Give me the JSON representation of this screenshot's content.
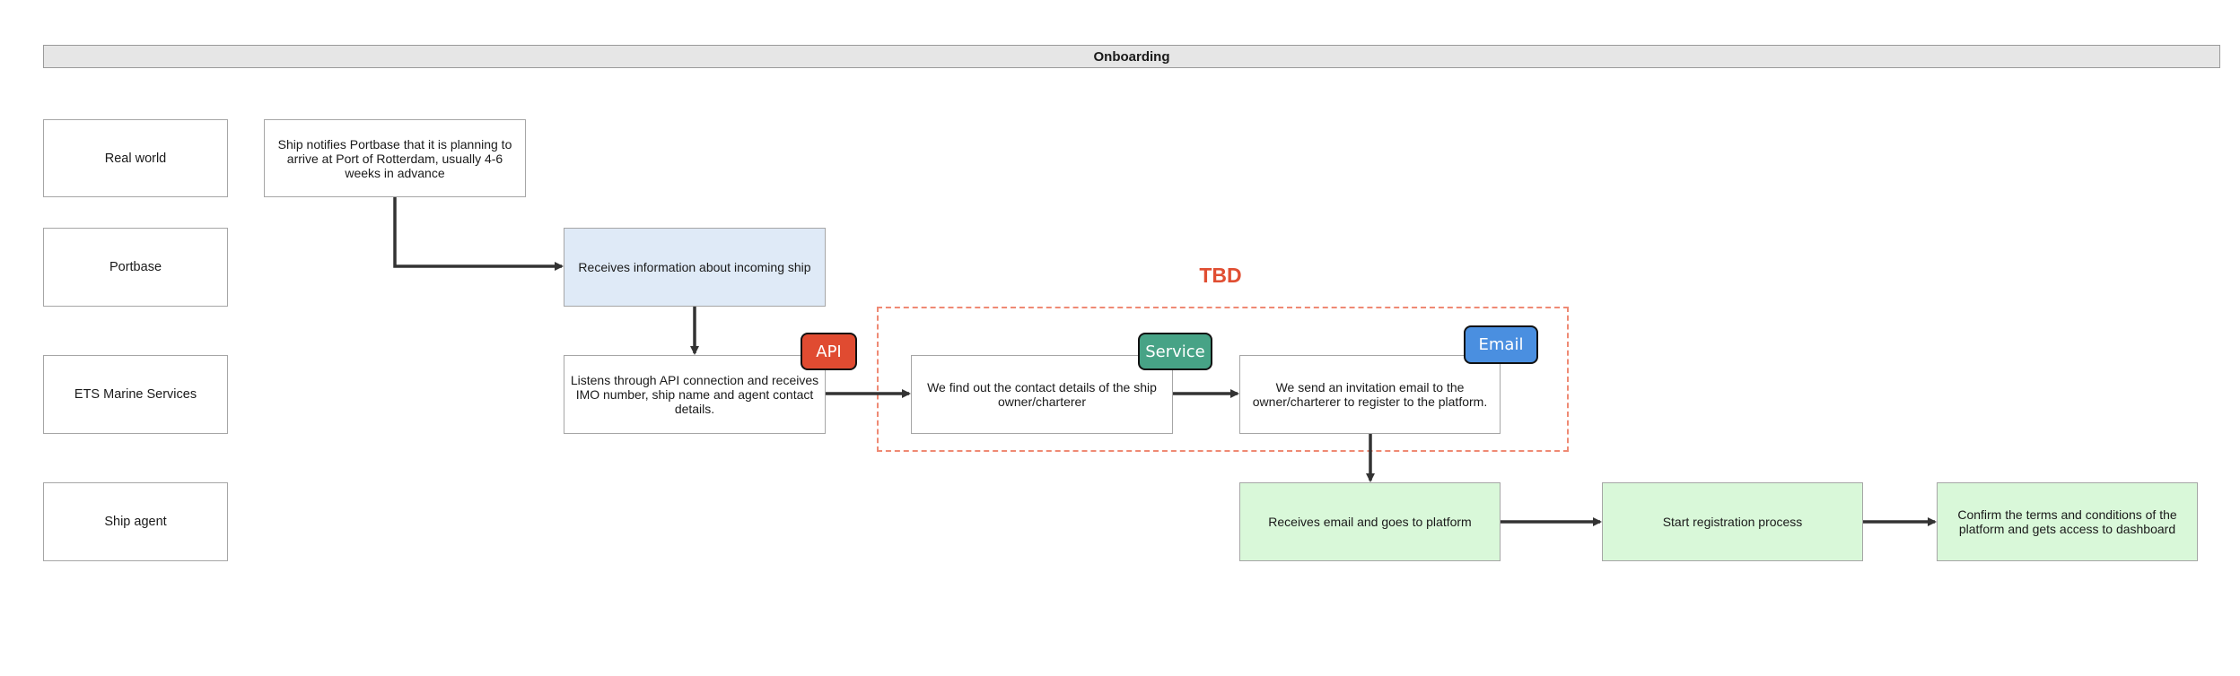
{
  "header": {
    "title": "Onboarding"
  },
  "lanes": {
    "real_world": "Real world",
    "portbase": "Portbase",
    "ets": "ETS Marine Services",
    "ship_agent": "Ship agent"
  },
  "steps": {
    "ship_notifies": "Ship notifies Portbase that it is planning to arrive at Port of Rotterdam, usually 4-6 weeks in advance",
    "receives_info": "Receives information about incoming ship",
    "listens_api": "Listens through API connection and receives IMO number, ship name and agent contact details.",
    "find_contact": "We find out the contact details of the ship owner/charterer",
    "send_invite": "We send an invitation email to the owner/charterer to register to the platform.",
    "receives_email": "Receives email and goes to platform",
    "start_registration": "Start registration process",
    "confirm_terms": "Confirm the terms and conditions of the platform and gets access to dashboard"
  },
  "tbd": {
    "label": "TBD"
  },
  "badges": {
    "api": {
      "label": "API",
      "color": "#e04b31"
    },
    "service": {
      "label": "Service",
      "color": "#47a386"
    },
    "email": {
      "label": "Email",
      "color": "#4a8fe0"
    }
  },
  "colors": {
    "portbase_fill": "#dfeaf7",
    "ship_agent_fill": "#d9f8d9",
    "tbd_accent": "#e04e32",
    "connector": "#333333"
  }
}
